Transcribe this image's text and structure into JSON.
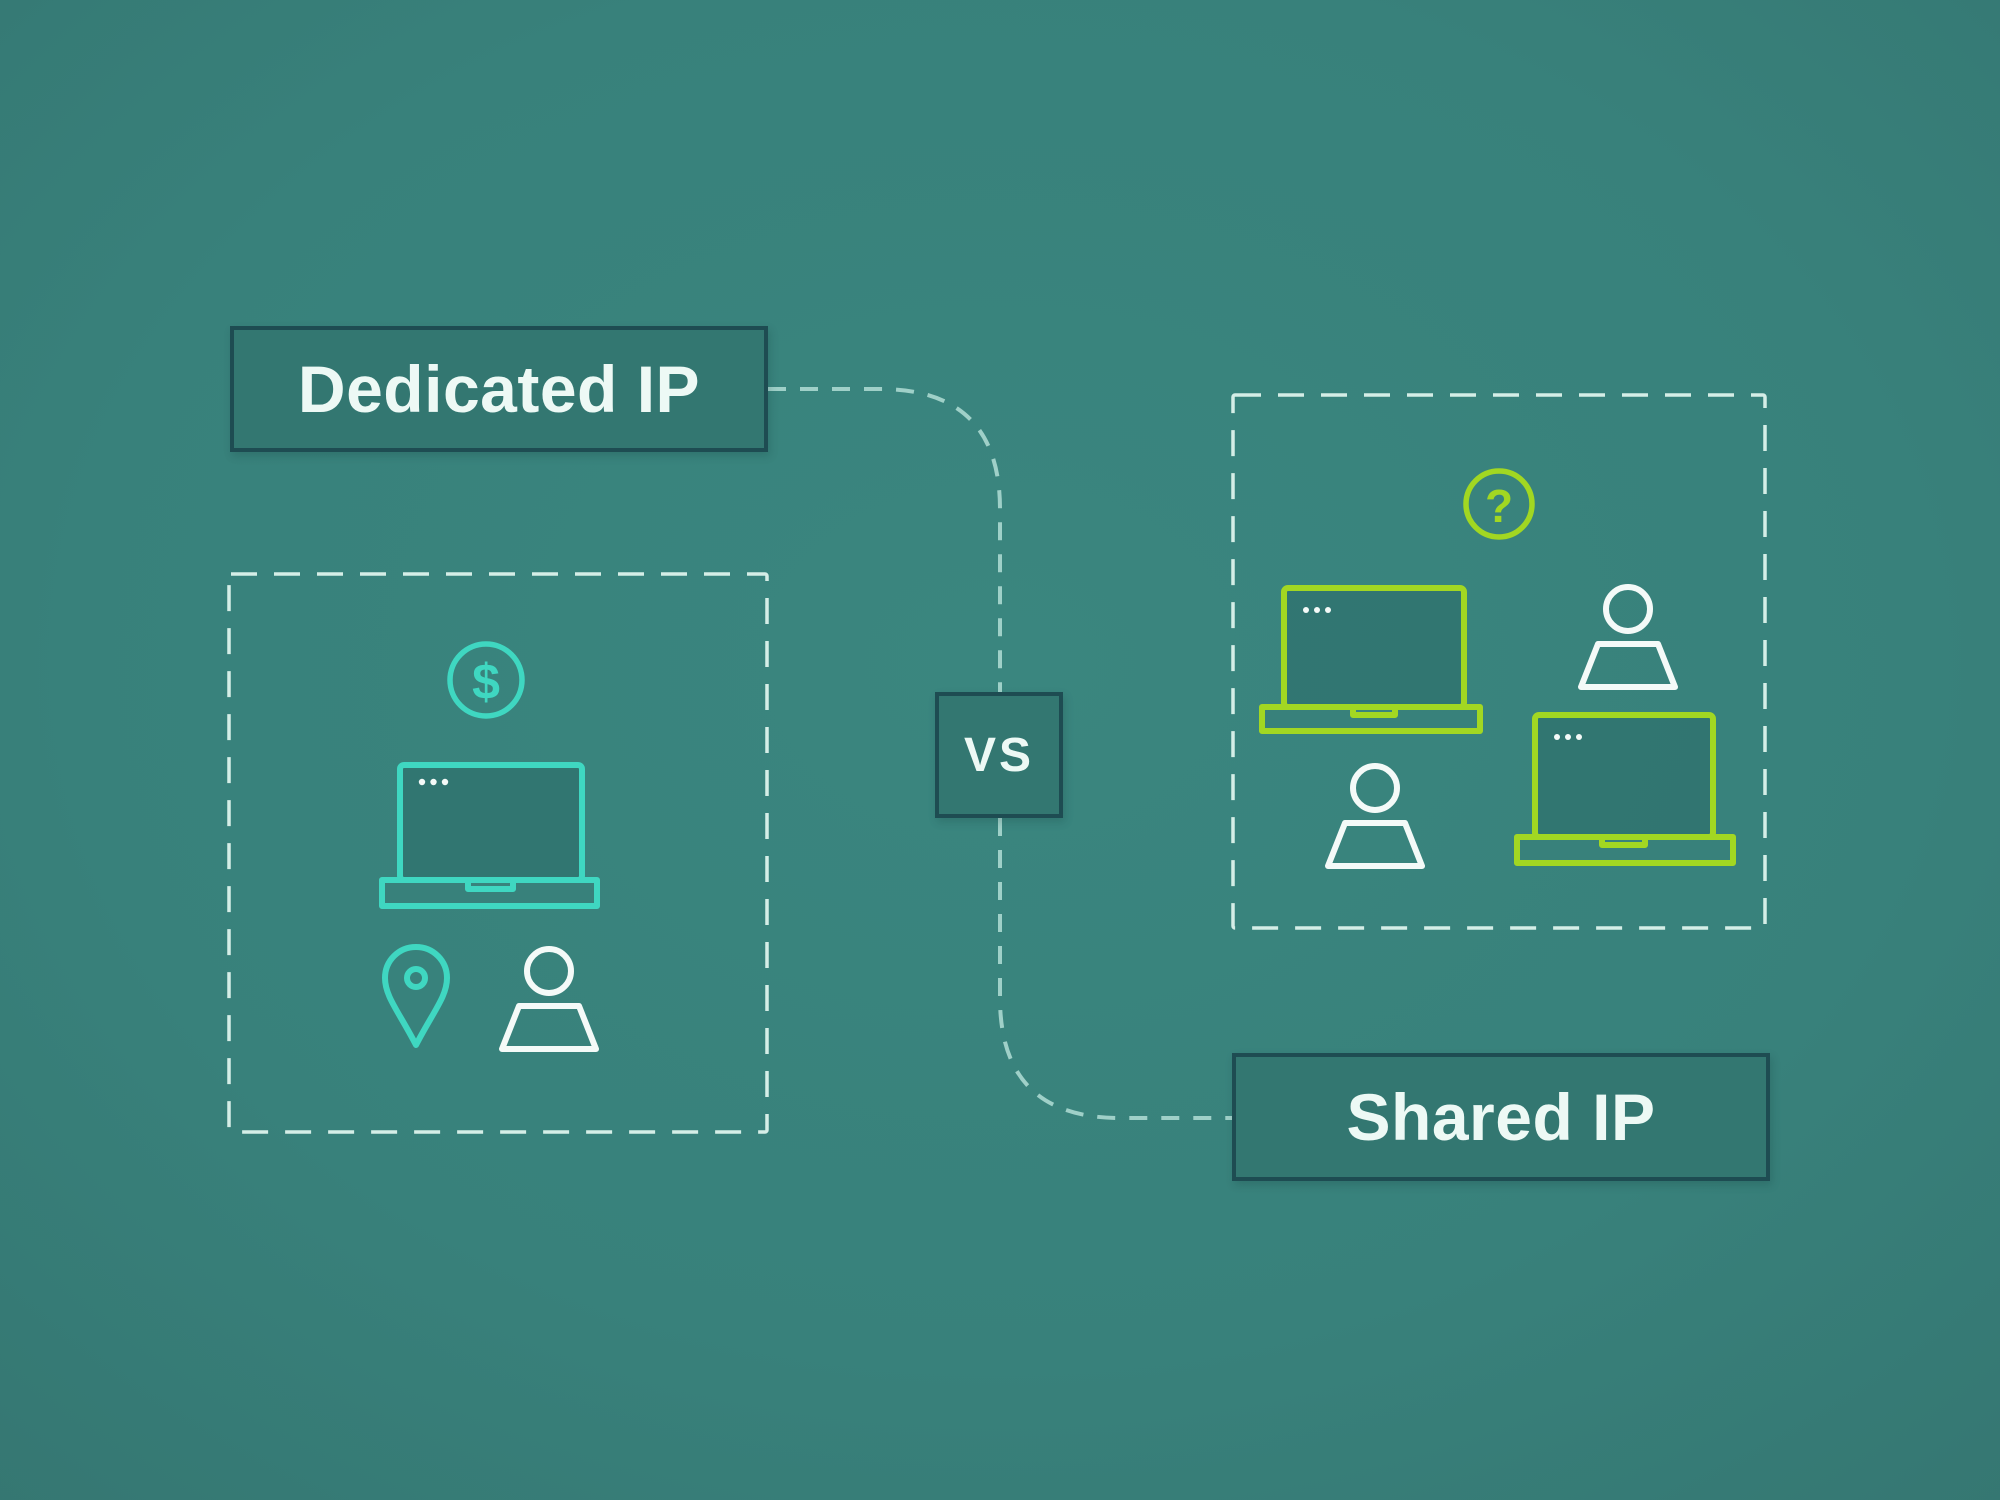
{
  "scene": {
    "kind": "comparison-infographic",
    "background_color": "#38817b"
  },
  "labels": {
    "dedicated": "Dedicated IP",
    "versus": "VS",
    "shared": "Shared IP"
  },
  "icons": {
    "dollar_glyph": "$",
    "question_glyph": "?",
    "dedicated_group": [
      "dollar-coin-icon",
      "laptop-icon",
      "location-pin-icon",
      "person-icon"
    ],
    "shared_group": [
      "question-mark-icon",
      "laptop-icon",
      "person-icon",
      "person-icon",
      "laptop-icon"
    ]
  },
  "colors": {
    "background": "#38817b",
    "panel_fill": "#337771",
    "panel_border": "#1e4c52",
    "label_text": "#edf9f5",
    "turquoise_accent": "#3fd7c1",
    "lime_accent": "#a2d722",
    "white_accent": "#f4faf8",
    "dashed_outline": "#d5eee7",
    "connector_dash": "#9fd0c8"
  }
}
